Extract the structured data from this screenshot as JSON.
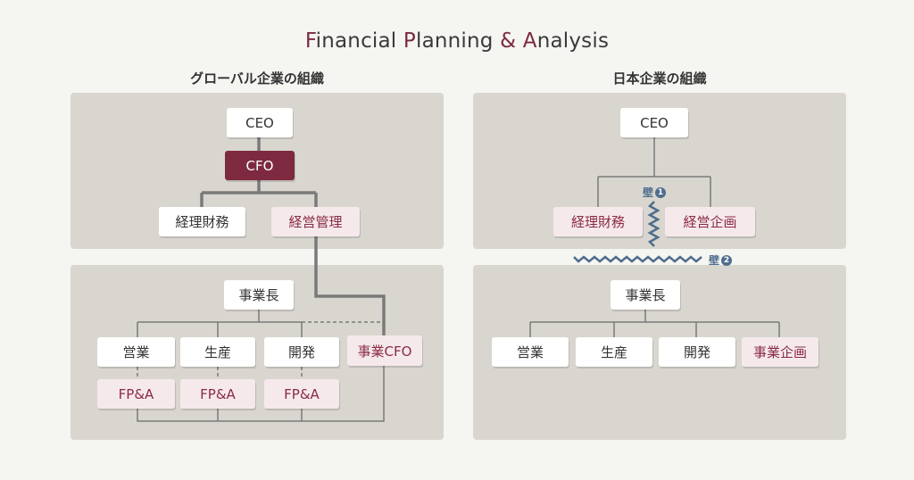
{
  "title": {
    "p1": "F",
    "p2": "inancial ",
    "p3": "P",
    "p4": "lanning ",
    "p5": "& ",
    "p6": "A",
    "p7": "nalysis"
  },
  "global": {
    "heading": "グローバル企業の組織",
    "ceo": "CEO",
    "cfo": "CFO",
    "finance": "経理財務",
    "management": "経営管理",
    "business_head": "事業長",
    "sales": "営業",
    "production": "生産",
    "development": "開発",
    "business_cfo": "事業CFO",
    "fpa1": "FP&A",
    "fpa2": "FP&A",
    "fpa3": "FP&A"
  },
  "japan": {
    "heading": "日本企業の組織",
    "ceo": "CEO",
    "finance": "経理財務",
    "planning": "経営企画",
    "business_head": "事業長",
    "sales": "営業",
    "production": "生産",
    "development": "開発",
    "business_planning": "事業企画",
    "wall1_label": "壁",
    "wall1_num": "1",
    "wall2_label": "壁",
    "wall2_num": "2"
  },
  "colors": {
    "accent": "#7d2a40",
    "pink_fill": "#f6e9ec",
    "panel": "#d8d6cf",
    "wall": "#4f6d8e",
    "line": "#7a7a7a"
  }
}
